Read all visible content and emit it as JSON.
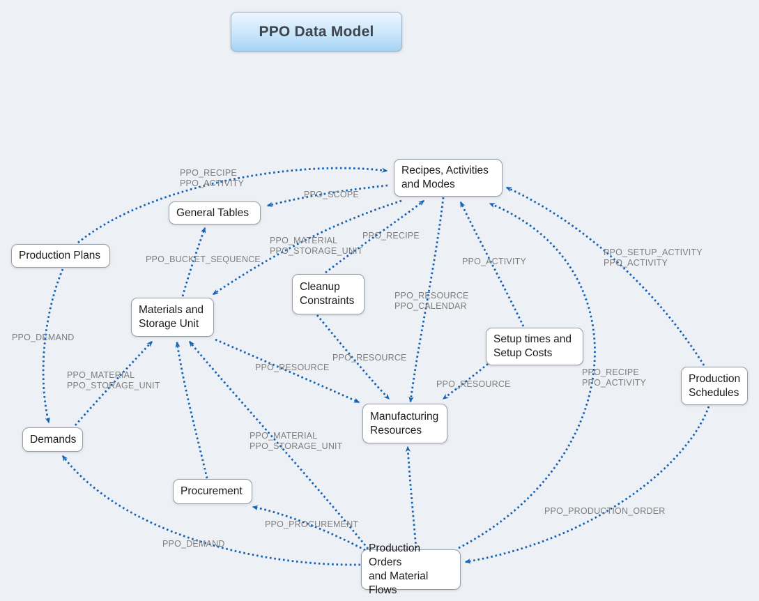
{
  "title": {
    "label": "PPO Data Model"
  },
  "colors": {
    "background": "#edf0f5",
    "arrow": "#1562b5",
    "edge_label": "#7d7d7d",
    "node_border": "#999fa6",
    "title_gradient_top": "#ecf6fe",
    "title_gradient_bottom": "#a6d4f5"
  },
  "nodes": [
    {
      "id": "recipes-activities-modes",
      "label": "Recipes, Activities\nand Modes"
    },
    {
      "id": "general-tables",
      "label": "General Tables"
    },
    {
      "id": "production-plans",
      "label": "Production Plans"
    },
    {
      "id": "materials-storage-unit",
      "label": "Materials and\nStorage Unit"
    },
    {
      "id": "cleanup-constraints",
      "label": "Cleanup\nConstraints"
    },
    {
      "id": "setup-times-costs",
      "label": "Setup times and\nSetup Costs"
    },
    {
      "id": "production-schedules",
      "label": "Production\nSchedules"
    },
    {
      "id": "demands",
      "label": "Demands"
    },
    {
      "id": "manufacturing-resources",
      "label": "Manufacturing\nResources"
    },
    {
      "id": "procurement",
      "label": "Procurement"
    },
    {
      "id": "production-orders-material-flows",
      "label": "Production Orders\nand Material Flows"
    }
  ],
  "edges": [
    {
      "from": "production-plans",
      "to": "recipes-activities-modes",
      "label": "PPO_RECIPE\nPPO_ACTIVITY"
    },
    {
      "from": "recipes-activities-modes",
      "to": "general-tables",
      "label": "PPO_SCOPE"
    },
    {
      "from": "materials-storage-unit",
      "to": "general-tables",
      "label": "PPO_BUCKET_SEQUENCE"
    },
    {
      "from": "recipes-activities-modes",
      "to": "materials-storage-unit",
      "label": "PPO_MATERIAL\nPPO_STORAGE_UNIT"
    },
    {
      "from": "cleanup-constraints",
      "to": "recipes-activities-modes",
      "label": "PPO_RECIPE"
    },
    {
      "from": "recipes-activities-modes",
      "to": "manufacturing-resources",
      "label": "PPO_RESOURCE\nPPO_CALENDAR"
    },
    {
      "from": "setup-times-costs",
      "to": "recipes-activities-modes",
      "label": "PPO_ACTIVITY"
    },
    {
      "from": "production-schedules",
      "to": "recipes-activities-modes",
      "label": "PPO_SETUP_ACTIVITY\nPPO_ACTIVITY"
    },
    {
      "from": "production-orders-material-flows",
      "to": "recipes-activities-modes",
      "label": "PPO_RECIPE\nPPO_ACTIVITY"
    },
    {
      "from": "materials-storage-unit",
      "to": "manufacturing-resources",
      "label": "PPO_RESOURCE"
    },
    {
      "from": "cleanup-constraints",
      "to": "manufacturing-resources",
      "label": "PPO_RESOURCE"
    },
    {
      "from": "setup-times-costs",
      "to": "manufacturing-resources",
      "label": "PPO_RESOURCE"
    },
    {
      "from": "production-orders-material-flows",
      "to": "manufacturing-resources",
      "label": ""
    },
    {
      "from": "production-orders-material-flows",
      "to": "materials-storage-unit",
      "label": "PPO_MATERIAL\nPPO_STORAGE_UNIT"
    },
    {
      "from": "procurement",
      "to": "materials-storage-unit",
      "label": ""
    },
    {
      "from": "demands",
      "to": "materials-storage-unit",
      "label": "PPO_MATERIAL\nPPO_STORAGE_UNIT"
    },
    {
      "from": "production-plans",
      "to": "demands",
      "label": "PPO_DEMAND"
    },
    {
      "from": "production-orders-material-flows",
      "to": "demands",
      "label": "PPO_DEMAND"
    },
    {
      "from": "production-schedules",
      "to": "production-orders-material-flows",
      "label": "PPO_PRODUCTION_ORDER"
    },
    {
      "from": "production-orders-material-flows",
      "to": "procurement",
      "label": "PPO_PROCUREMENT"
    }
  ]
}
